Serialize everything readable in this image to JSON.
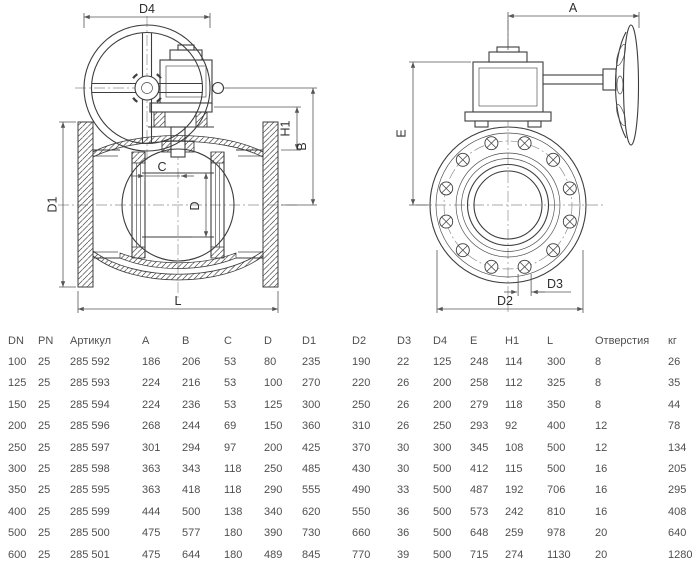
{
  "colors": {
    "ink": "#3d3d3d",
    "dimension_lines": "#555555",
    "table_text": "#4f4f4f",
    "background": "#ffffff"
  },
  "drawing": {
    "left": {
      "view": "side view of flanged ball valve with gear handwheel",
      "labels": {
        "d4": "D4",
        "h1": "H1",
        "b": "B",
        "d1": "D1",
        "c": "C",
        "d": "D",
        "l": "L"
      }
    },
    "right": {
      "view": "front flange view with gearbox and side handwheel",
      "labels": {
        "a": "A",
        "e": "E",
        "d2": "D2",
        "d3": "D3"
      }
    }
  },
  "table": {
    "headers": [
      "DN",
      "PN",
      "Артикул",
      "A",
      "B",
      "C",
      "D",
      "D1",
      "D2",
      "D3",
      "D4",
      "E",
      "H1",
      "L",
      "Отверстия",
      "кг"
    ],
    "rows": [
      [
        "100",
        "25",
        "285 592",
        "186",
        "206",
        "53",
        "80",
        "235",
        "190",
        "22",
        "125",
        "248",
        "114",
        "300",
        "8",
        "26"
      ],
      [
        "125",
        "25",
        "285 593",
        "224",
        "216",
        "53",
        "100",
        "270",
        "220",
        "26",
        "200",
        "258",
        "112",
        "325",
        "8",
        "35"
      ],
      [
        "150",
        "25",
        "285 594",
        "224",
        "236",
        "53",
        "125",
        "300",
        "250",
        "26",
        "200",
        "279",
        "118",
        "350",
        "8",
        "44"
      ],
      [
        "200",
        "25",
        "285 596",
        "268",
        "244",
        "69",
        "150",
        "360",
        "310",
        "26",
        "250",
        "293",
        "92",
        "400",
        "12",
        "78"
      ],
      [
        "250",
        "25",
        "285 597",
        "301",
        "294",
        "97",
        "200",
        "425",
        "370",
        "30",
        "300",
        "345",
        "108",
        "500",
        "12",
        "134"
      ],
      [
        "300",
        "25",
        "285 598",
        "363",
        "343",
        "118",
        "250",
        "485",
        "430",
        "30",
        "500",
        "412",
        "115",
        "500",
        "16",
        "205"
      ],
      [
        "350",
        "25",
        "285 595",
        "363",
        "418",
        "118",
        "290",
        "555",
        "490",
        "33",
        "500",
        "487",
        "192",
        "706",
        "16",
        "295"
      ],
      [
        "400",
        "25",
        "285 599",
        "444",
        "500",
        "138",
        "340",
        "620",
        "550",
        "36",
        "500",
        "573",
        "242",
        "810",
        "16",
        "408"
      ],
      [
        "500",
        "25",
        "285 500",
        "475",
        "577",
        "180",
        "390",
        "730",
        "660",
        "36",
        "500",
        "648",
        "259",
        "978",
        "20",
        "640"
      ],
      [
        "600",
        "25",
        "285 501",
        "475",
        "644",
        "180",
        "489",
        "845",
        "770",
        "39",
        "500",
        "715",
        "274",
        "1130",
        "20",
        "1280"
      ]
    ]
  }
}
